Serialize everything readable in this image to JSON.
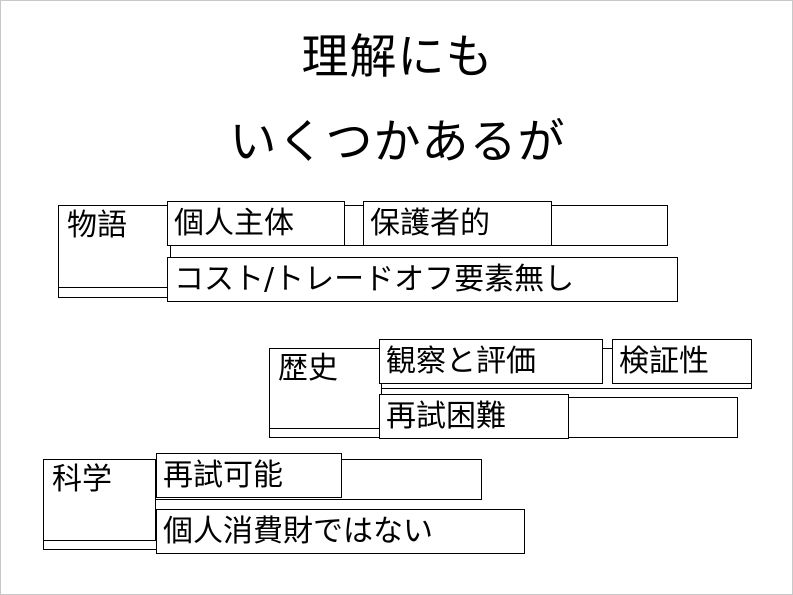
{
  "slide": {
    "background_color": "#ffffff",
    "text_color": "#000000",
    "border_color": "#000000",
    "title": {
      "line1": "理解にも",
      "line2": "いくつかあるが"
    },
    "groups": [
      {
        "category": "物語",
        "rows": [
          {
            "items": [
              "個人主体",
              "保護者的"
            ]
          },
          {
            "items": [
              "コスト/トレードオフ要素無し"
            ]
          }
        ]
      },
      {
        "category": "歴史",
        "rows": [
          {
            "items": [
              "観察と評価",
              "検証性"
            ]
          },
          {
            "items": [
              "再試困難"
            ]
          }
        ]
      },
      {
        "category": "科学",
        "rows": [
          {
            "items": [
              "再試可能"
            ]
          },
          {
            "items": [
              "個人消費財ではない"
            ]
          }
        ]
      }
    ]
  }
}
